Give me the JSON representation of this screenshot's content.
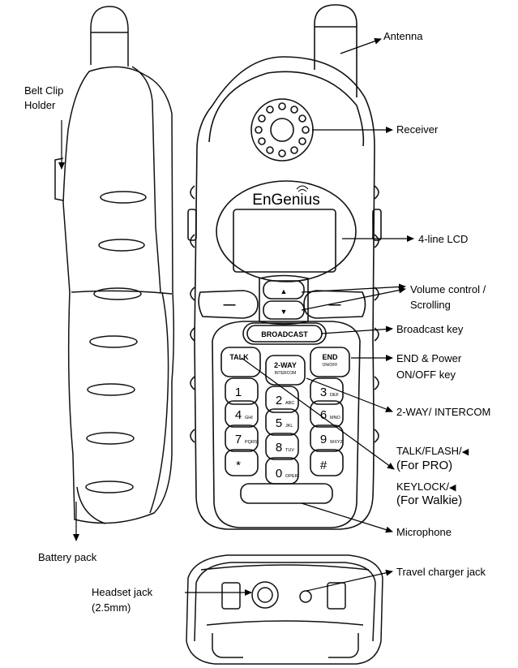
{
  "labels": {
    "antenna": "Antenna",
    "belt_clip_line1": "Belt Clip",
    "belt_clip_line2": "Holder",
    "receiver": "Receiver",
    "lcd": "4-line LCD",
    "volume_line1": "Volume control /",
    "volume_line2": "Scrolling",
    "broadcast_key": "Broadcast key",
    "end_power_line1": "END & Power",
    "end_power_line2": "ON/OFF key",
    "two_way": "2-WAY/ INTERCOM",
    "talk_flash": "TALK/FLASH/",
    "for_pro": "(For PRO)",
    "keylock": "KEYLOCK/",
    "for_walkie": "(For Walkie)",
    "microphone": "Microphone",
    "battery_pack": "Battery pack",
    "travel_charger": "Travel charger jack",
    "headset_line1": "Headset jack",
    "headset_line2": "(2.5mm)",
    "speaker_glyph": "◀"
  },
  "device": {
    "brand": "EnGenius",
    "broadcast": "BROADCAST",
    "talk": "TALK",
    "two_way_line1": "2-WAY",
    "two_way_line2": "INTERCOM",
    "end_line1": "END",
    "end_line2": "ON/OFF",
    "up_arrow": "▲",
    "down_arrow": "▼",
    "soft_key": "—",
    "keys": [
      {
        "digit": "1",
        "sub": ""
      },
      {
        "digit": "2",
        "sub": "ABC"
      },
      {
        "digit": "3",
        "sub": "DEF"
      },
      {
        "digit": "4",
        "sub": "GHI"
      },
      {
        "digit": "5",
        "sub": "JKL"
      },
      {
        "digit": "6",
        "sub": "MNO"
      },
      {
        "digit": "7",
        "sub": "PQRS"
      },
      {
        "digit": "8",
        "sub": "TUV"
      },
      {
        "digit": "9",
        "sub": "WXYZ"
      },
      {
        "digit": "*",
        "sub": ""
      },
      {
        "digit": "0",
        "sub": "OPER"
      },
      {
        "digit": "#",
        "sub": ""
      }
    ]
  }
}
